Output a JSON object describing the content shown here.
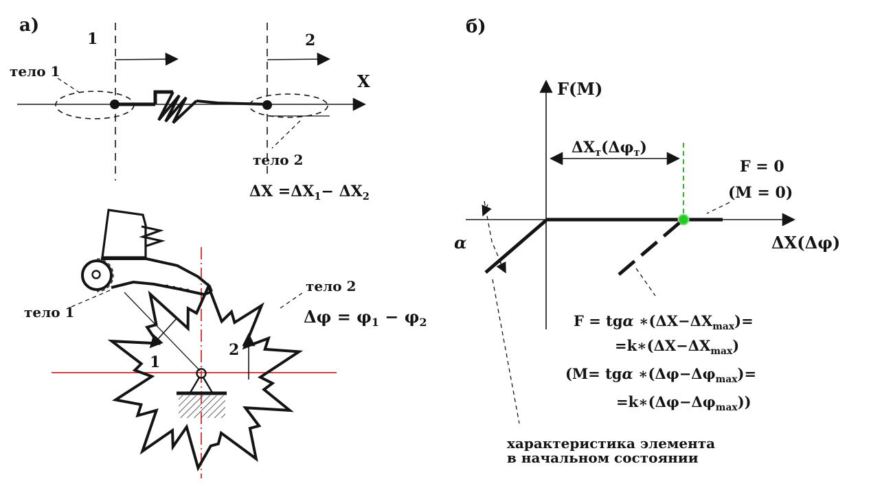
{
  "figure_title": "spring element between two bodies and its force characteristic",
  "colors": {
    "ink": "#141414",
    "red": "#cc2222",
    "green_line": "#2fb52f",
    "green_dot": "#22cc22",
    "green_dot_edge": "#8fdd8f"
  },
  "panel_a": {
    "label": "а)",
    "ref1_label": "1",
    "ref2_label": "2",
    "x_axis_label": "X",
    "body1_label": "тело 1",
    "body2_label": "тело 2",
    "dx_formula": [
      {
        "t": "ΔX ="
      },
      {
        "t": "ΔX"
      },
      {
        "t": "1",
        "sub": true
      },
      {
        "t": "− "
      },
      {
        "t": "ΔX"
      },
      {
        "t": "2",
        "sub": true
      }
    ],
    "mech": {
      "body1_label": "тело 1",
      "body2_label": "тело 2",
      "dir1_label": "1",
      "dir2_label": "2",
      "dphi_formula": [
        {
          "t": "Δφ = φ"
        },
        {
          "t": "1",
          "sub": true
        },
        {
          "t": " − φ"
        },
        {
          "t": "2",
          "sub": true
        }
      ]
    }
  },
  "panel_b": {
    "label": "б)",
    "y_axis_label": "F(M)",
    "x_axis_label": "ΔX(Δφ)",
    "deadzone_label": [
      {
        "t": "ΔX"
      },
      {
        "t": "т",
        "sub": true
      },
      {
        "t": "(Δφ"
      },
      {
        "t": "т",
        "sub": true
      },
      {
        "t": ")"
      }
    ],
    "f_zero_label": "F = 0",
    "m_zero_label": "(M = 0)",
    "alpha_label": "α",
    "equations": {
      "eq1": [
        {
          "t": "F = tg"
        },
        {
          "t": "α",
          "it": true
        },
        {
          "t": " ∗("
        },
        {
          "t": "ΔX−ΔX"
        },
        {
          "t": "max",
          "sub": true
        },
        {
          "t": ")="
        }
      ],
      "eq2": [
        {
          "t": "=k∗("
        },
        {
          "t": "ΔX−ΔX"
        },
        {
          "t": "max",
          "sub": true
        },
        {
          "t": ")"
        }
      ],
      "eq3": [
        {
          "t": "(M= tg"
        },
        {
          "t": "α",
          "it": true
        },
        {
          "t": " ∗("
        },
        {
          "t": "Δφ−Δφ"
        },
        {
          "t": "max",
          "sub": true
        },
        {
          "t": ")="
        }
      ],
      "eq4": [
        {
          "t": "=k∗("
        },
        {
          "t": "Δφ−Δφ"
        },
        {
          "t": "max",
          "sub": true
        },
        {
          "t": "))"
        }
      ]
    },
    "caption_line1": "характеристика элемента",
    "caption_line2": "в начальном состоянии"
  }
}
